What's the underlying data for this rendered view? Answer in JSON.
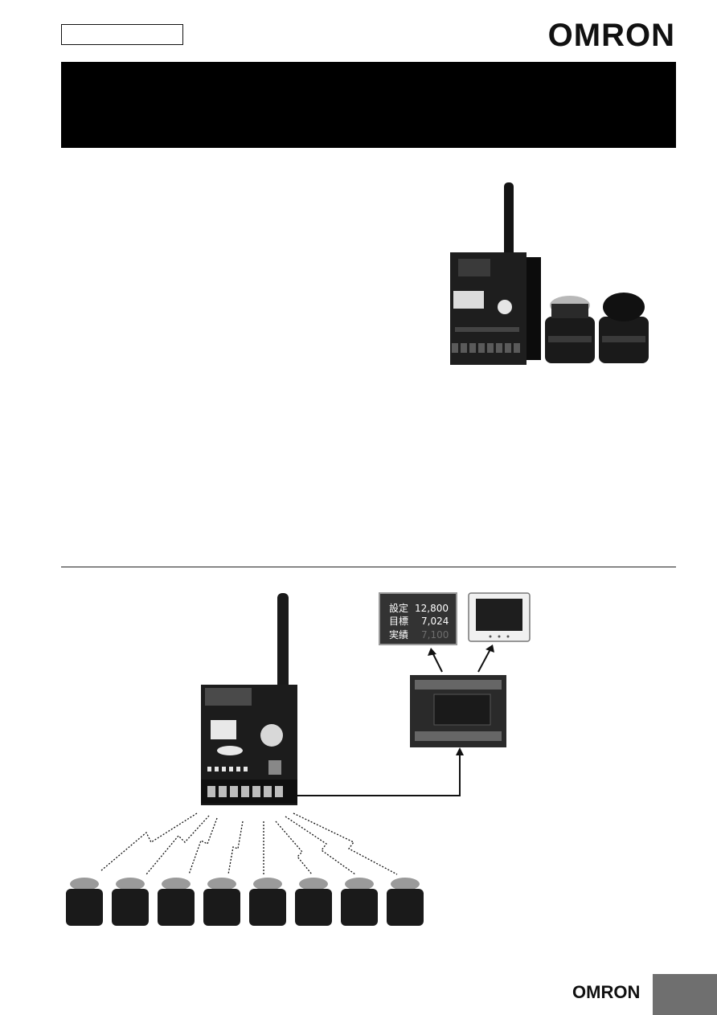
{
  "brand": {
    "logo_top": "OMRON",
    "logo_bottom": "OMRON"
  },
  "header": {
    "box_label": ""
  },
  "title_band": {
    "text": ""
  },
  "display_panel": {
    "rows": [
      {
        "label": "設定",
        "value": "12,800"
      },
      {
        "label": "目標",
        "value": "7,024"
      },
      {
        "label": "実績",
        "value": "7,100"
      }
    ]
  },
  "colors": {
    "band": "#000000",
    "page_tab": "#6f6f6f",
    "device_body": "#1e1e1e"
  },
  "icons": [
    "product-photo",
    "receiver-unit-icon",
    "push-button-switch-icon",
    "plc-unit-icon",
    "touch-panel-icon",
    "wireless-link-icon"
  ]
}
